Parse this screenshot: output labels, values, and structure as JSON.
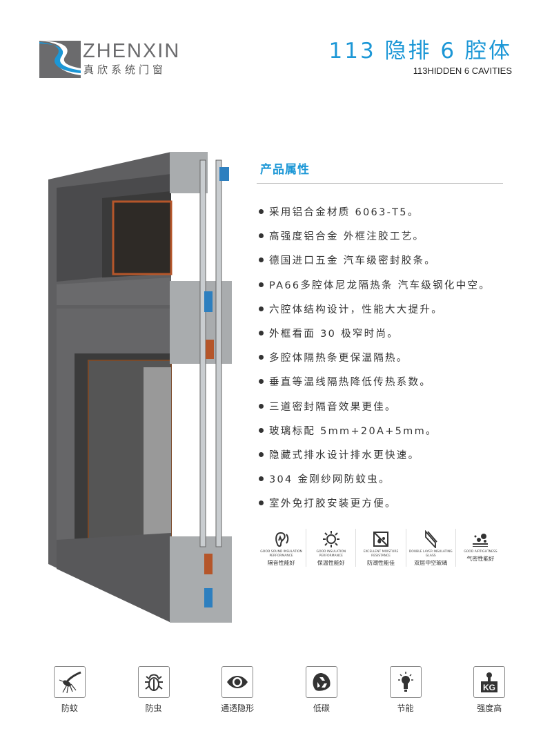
{
  "brand": {
    "name": "ZHENXIN",
    "name_cn": "真欣系统门窗"
  },
  "header": {
    "title": "113 隐排 6 腔体",
    "subtitle": "113HIDDEN 6 CAVITIES"
  },
  "section": {
    "heading": "产品属性"
  },
  "properties": [
    "采用铝合金材质 6063-T5。",
    "高强度铝合金 外框注胶工艺。",
    "德国进口五金 汽车级密封胶条。",
    "PA66多腔体尼龙隔热条 汽车级钢化中空。",
    "六腔体结构设计，性能大大提升。",
    "外框看面 30 极窄时尚。",
    "多腔体隔热条更保温隔热。",
    "垂直等温线隔热降低传热系数。",
    "三道密封隔音效果更佳。",
    "玻璃标配 5mm+20A+5mm。",
    "隐藏式排水设计排水更快速。",
    "304 金刚纱网防蚊虫。",
    "室外免打胶安装更方便。"
  ],
  "features": [
    {
      "icon": "ear-icon",
      "en": "GOOD SOUND INSULATION PERFORMANCE",
      "cn": "隔音性能好"
    },
    {
      "icon": "sun-icon",
      "en": "GOOD INSULATION PERFORMANCE",
      "cn": "保温性能好"
    },
    {
      "icon": "moisture-icon",
      "en": "EXCELLENT MOISTURE RESISTANCE",
      "cn": "防潮性能佳"
    },
    {
      "icon": "glass-icon",
      "en": "DOUBLE LAYER INSULATING GLASS",
      "cn": "双层中空玻璃"
    },
    {
      "icon": "airtight-icon",
      "en": "GOOD AIRTIGHTNESS",
      "cn": "气密性能好"
    }
  ],
  "bottom_icons": [
    {
      "icon": "mosquito-icon",
      "label": "防蚊"
    },
    {
      "icon": "bug-icon",
      "label": "防虫"
    },
    {
      "icon": "eye-icon",
      "label": "通透隐形"
    },
    {
      "icon": "recycle-icon",
      "label": "低碳"
    },
    {
      "icon": "bulb-icon",
      "label": "节能"
    },
    {
      "icon": "weight-icon",
      "label": "强度高"
    }
  ],
  "colors": {
    "accent": "#1c97d6",
    "frame": "#5f5f61"
  }
}
